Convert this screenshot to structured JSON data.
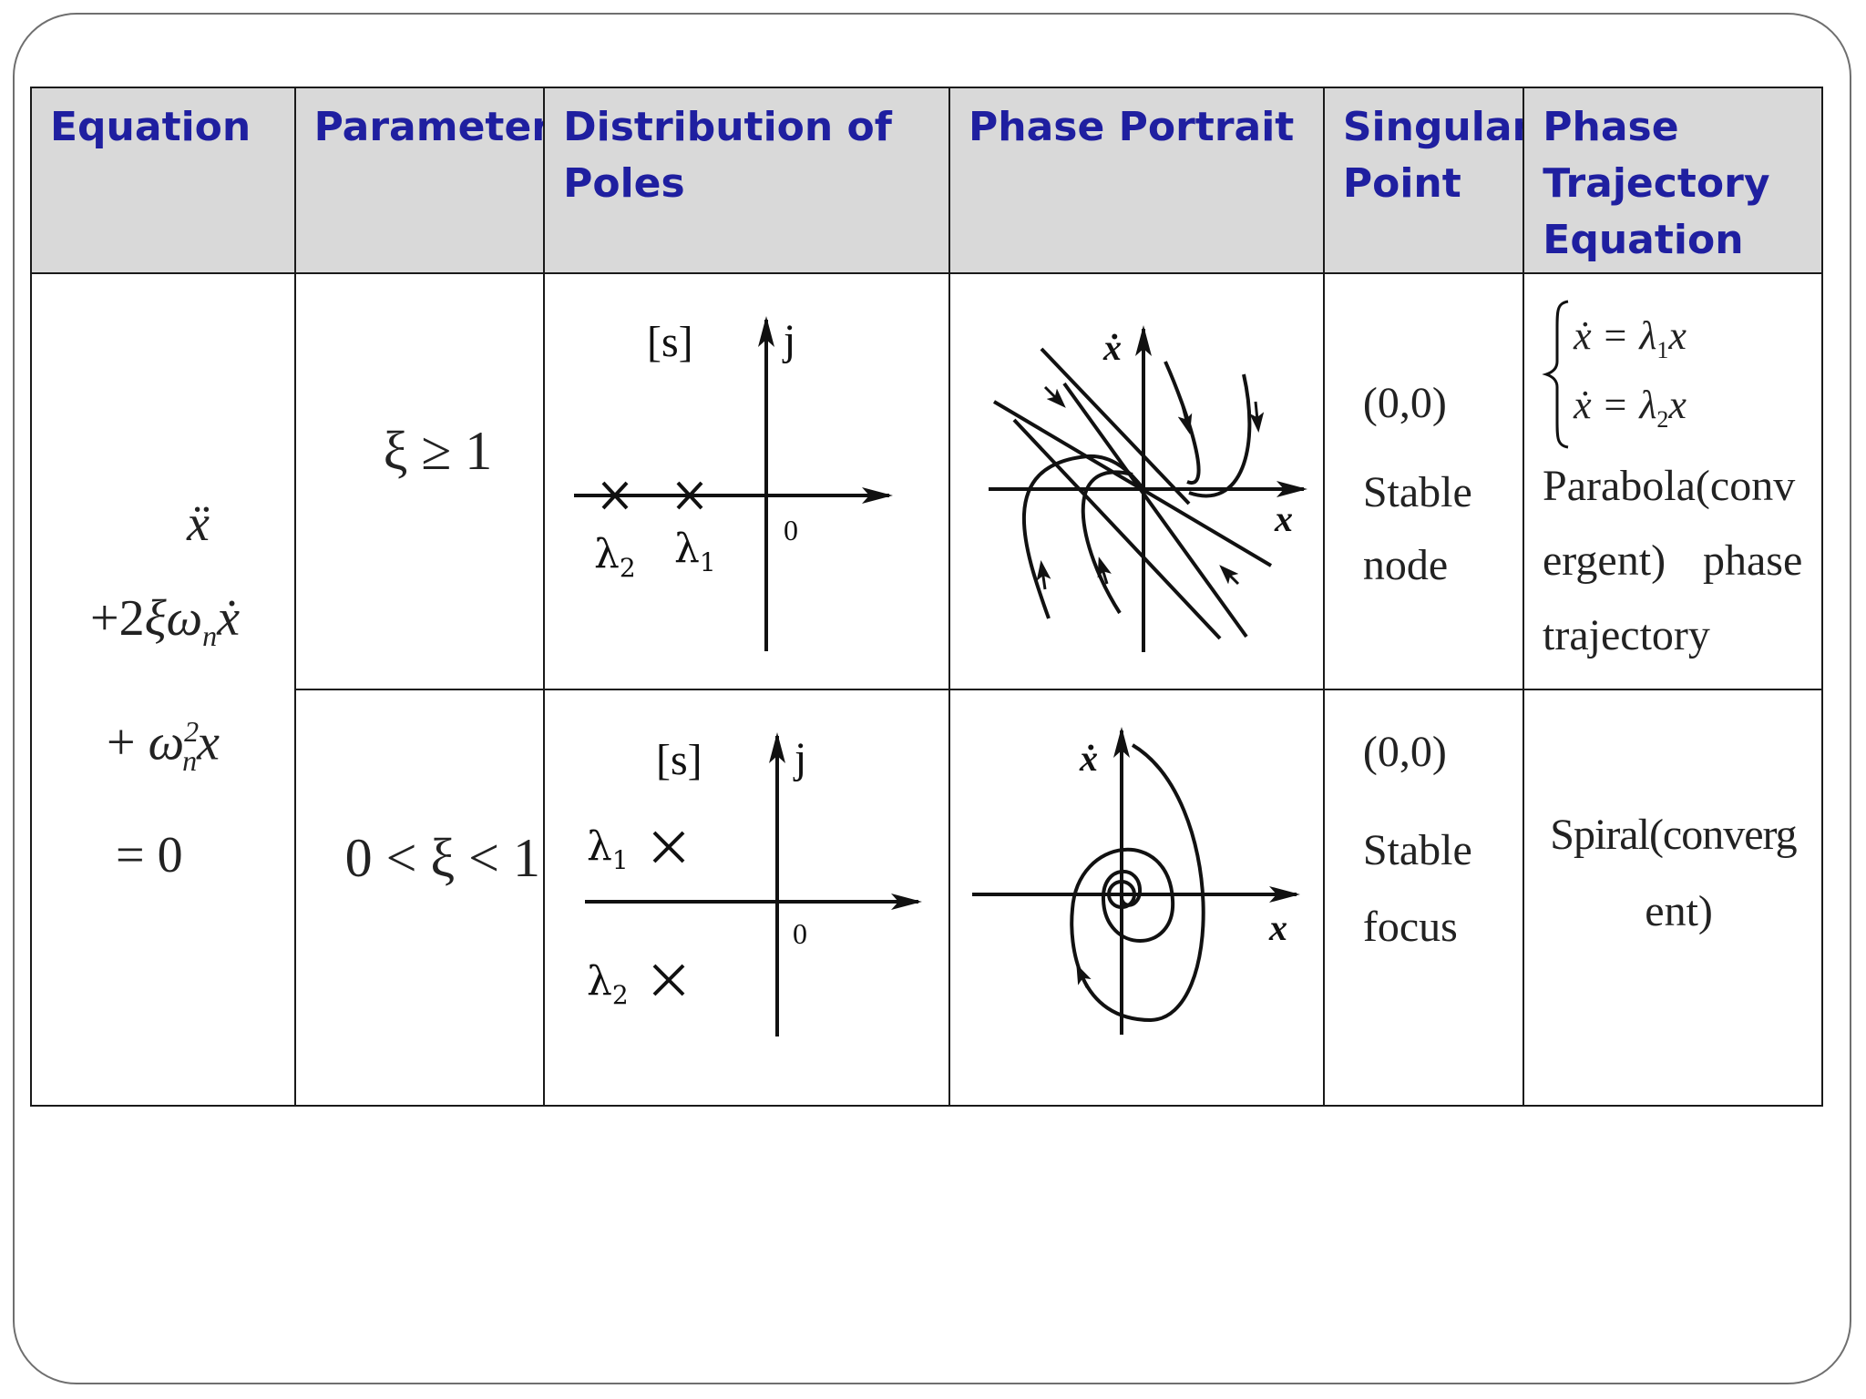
{
  "headers": {
    "equation": "Equation",
    "parameter": "Parameter",
    "poles": "Distribution of Poles",
    "portrait": "Phase Portrait",
    "singular": "Singular Point",
    "trajectory": "Phase Trajectory Equation"
  },
  "equation": {
    "line1": "ẍ",
    "line2_prefix": "+2",
    "line2_xi": "ξ",
    "line2_omega": "ω",
    "line2_sub": "n",
    "line2_xdot": "ẋ",
    "line3_prefix": "+ ",
    "line3_omega": "ω",
    "line3_sup": "2",
    "line3_sub": "n",
    "line3_x": "x",
    "line4": "= 0"
  },
  "rows": [
    {
      "parameter": "ξ ≥ 1",
      "poles": {
        "plane": "[s]",
        "imag_axis": "j",
        "origin": "0",
        "pole1": "λ",
        "pole1_sub": "1",
        "pole2": "λ",
        "pole2_sub": "2"
      },
      "portrait": {
        "x_label": "x",
        "y_label": "ẋ"
      },
      "singular_point": "(0,0)",
      "singular_type_1": "Stable",
      "singular_type_2": "node",
      "trajectory": {
        "eq1_lhs": "ẋ",
        "eq1_eq": "=",
        "eq1_lambda": "λ",
        "eq1_sub": "1",
        "eq1_x": "x",
        "eq2_lhs": "ẋ",
        "eq2_eq": "=",
        "eq2_lambda": "λ",
        "eq2_sub": "2",
        "eq2_x": "x",
        "line1": "Parabola(conv",
        "line2a": "ergent)",
        "line2b": "phase",
        "line3": "trajectory"
      }
    },
    {
      "parameter": "0 < ξ < 1",
      "poles": {
        "plane": "[s]",
        "imag_axis": "j",
        "origin": "0",
        "pole1": "λ",
        "pole1_sub": "1",
        "pole2": "λ",
        "pole2_sub": "2"
      },
      "portrait": {
        "x_label": "x",
        "y_label": "ẋ"
      },
      "singular_point": "(0,0)",
      "singular_type_1": "Stable",
      "singular_type_2": "focus",
      "trajectory": {
        "line1": "Spiral(converg",
        "line2": "ent)"
      }
    }
  ]
}
